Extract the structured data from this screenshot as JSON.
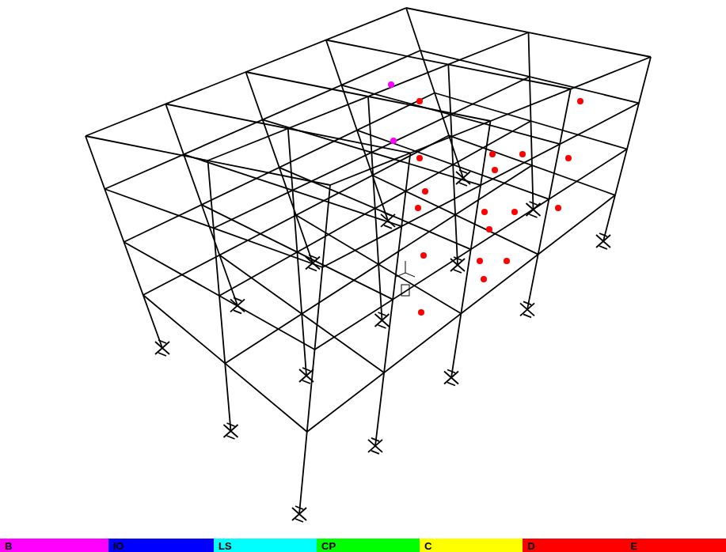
{
  "diagram": {
    "legend": [
      {
        "text": "B",
        "color": "#ff00ff"
      },
      {
        "text": "IO",
        "color": "#0000ff"
      },
      {
        "text": "LS",
        "color": "#00ffff"
      },
      {
        "text": "CP",
        "color": "#00ff00"
      },
      {
        "text": "C",
        "color": "#ffff00"
      },
      {
        "text": "D",
        "color": "#ff0000"
      },
      {
        "text": "E",
        "color": "#ff0000"
      }
    ]
  }
}
